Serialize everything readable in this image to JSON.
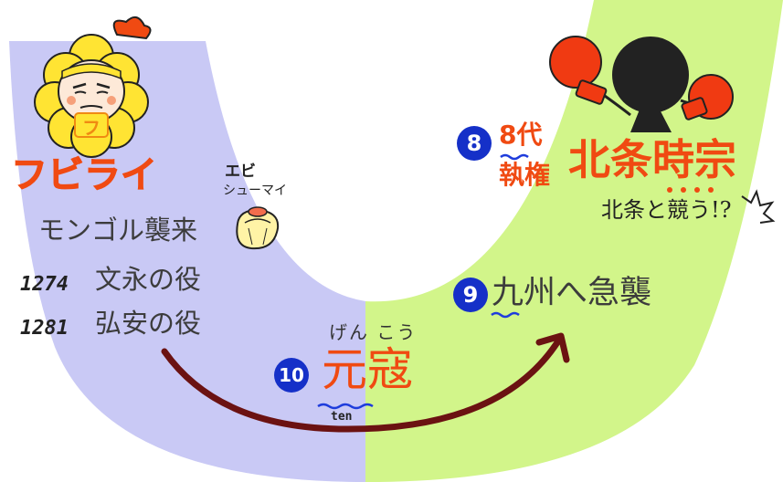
{
  "left": {
    "character_name": "フビライ",
    "badge": "フ",
    "snack_label_line1": "エビ",
    "snack_label_line2": "シューマイ",
    "invasion_title": "モンゴル襲来",
    "events": [
      {
        "year": "1274",
        "name": "文永の役"
      },
      {
        "year": "1281",
        "name": "弘安の役"
      }
    ]
  },
  "bottom": {
    "number": "10",
    "ruby": "げん こう",
    "term": "元寇",
    "mnemonic": "ten"
  },
  "right": {
    "number_8": "8",
    "title_line1": "8代",
    "title_line2": "執権",
    "person": "北条時宗",
    "pun": "北条と競う!?",
    "number_9": "9",
    "event_9": "九州へ急襲"
  },
  "colors": {
    "left_band": "#c9c9f5",
    "right_band": "#d2f58a",
    "arrow": "#6b1212",
    "accent_orange": "#f04a12",
    "number_blue": "#1530c8",
    "underline_blue": "#1e3cdc"
  }
}
